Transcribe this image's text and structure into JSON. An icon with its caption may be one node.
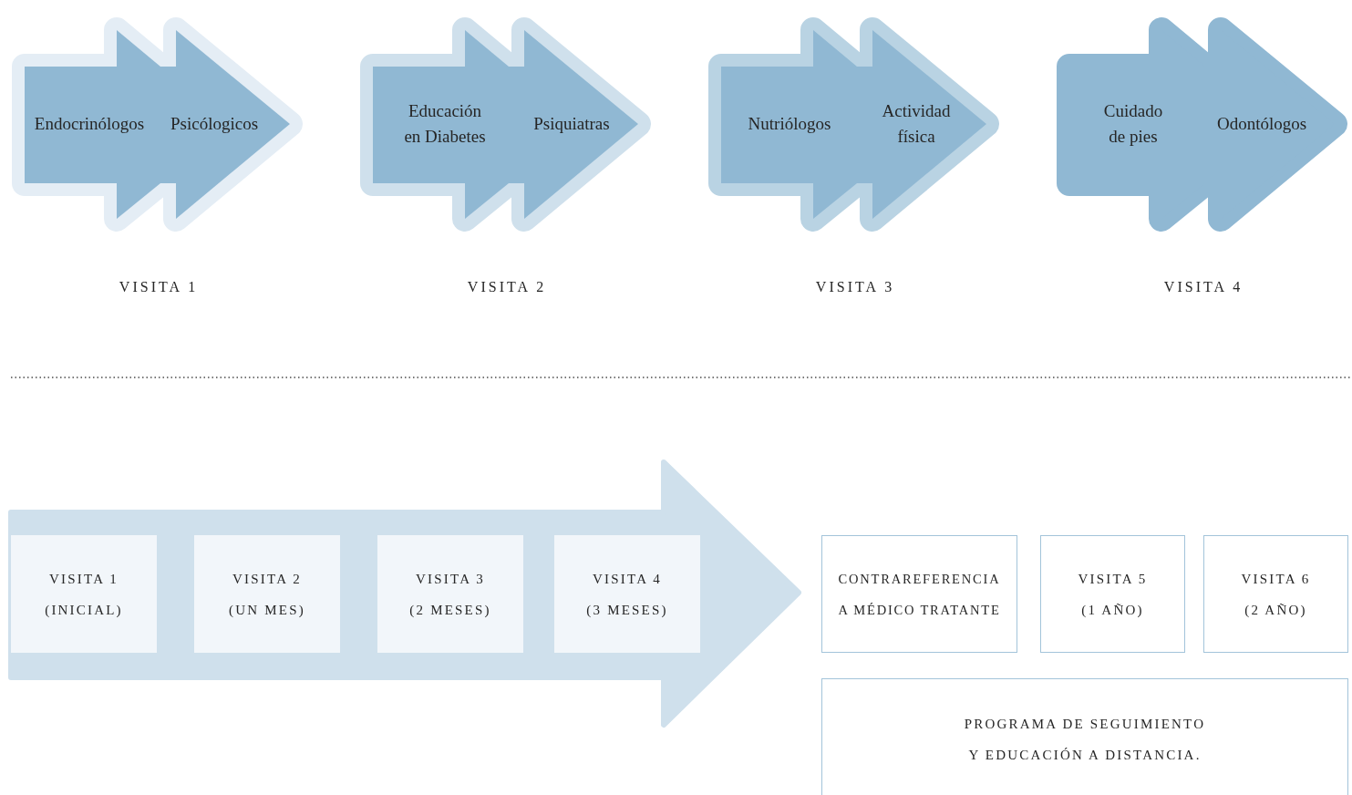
{
  "diagram": {
    "nodes": [
      {
        "text": [
          "Endocrinólogos",
          "Psicólogicos"
        ]
      },
      {
        "text": [
          "Educación en Diabetes",
          "Psiquiatras"
        ]
      },
      {
        "text": [
          "Nutriólogos",
          "Actividad física"
        ]
      },
      {
        "text": [
          "Cuidado de pies",
          "Odontólogos"
        ]
      },
      {
        "text": [],
        "shape": "arrow"
      },
      {
        "text": [
          "VISITA 1",
          "(INICIAL)"
        ],
        "in": 4
      },
      {
        "text": [
          "VISITA 2",
          "(UN MES)"
        ],
        "in": 4
      },
      {
        "text": [
          "VISITA 3",
          "(2 MESES)"
        ],
        "in": 4
      },
      {
        "text": [
          "VISITA 4",
          "(3 MESES)"
        ],
        "in": 4
      },
      {
        "text": [
          "CONTRAREFERENCIA A MÉDICO TRATANTE"
        ]
      },
      {
        "text": [
          "VISITA 5",
          "(1 AÑO)"
        ]
      },
      {
        "text": [
          "VISITA 6",
          "(2 AÑO)"
        ]
      },
      {
        "text": [
          "PROGRAMA DE SEGUIMIENTO Y EDUCACIÓN A DISTANCIA."
        ]
      }
    ],
    "labels": [
      "VISITA 1",
      "VISITA 2",
      "VISITA 3",
      "VISITA 4"
    ]
  }
}
